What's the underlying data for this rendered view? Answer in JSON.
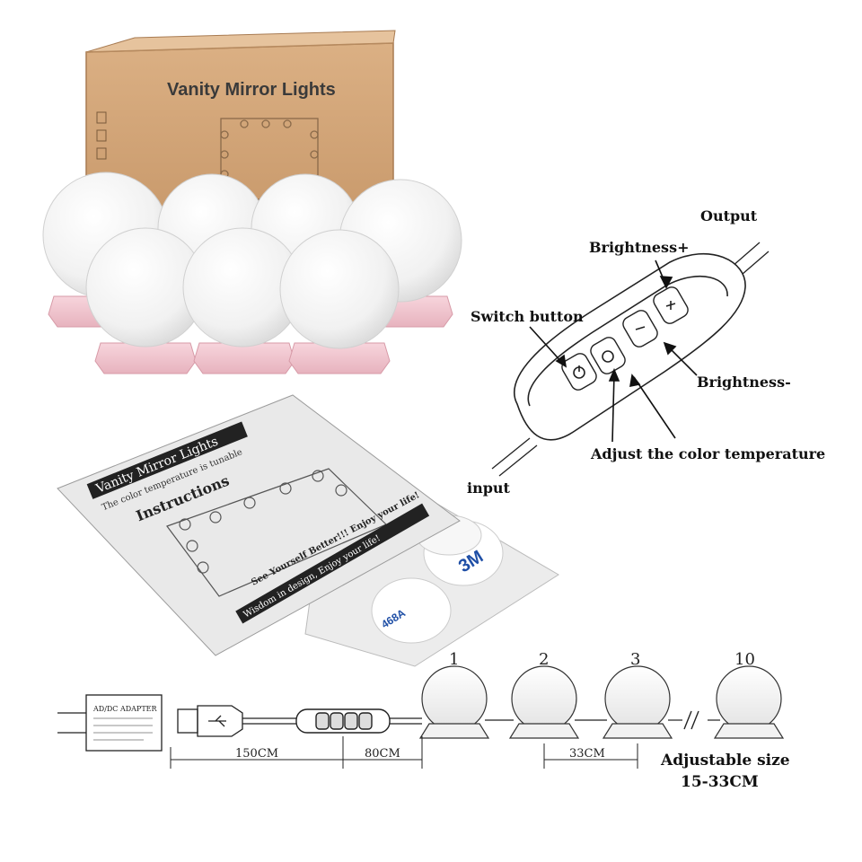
{
  "box": {
    "title": "Vanity Mirror Lights"
  },
  "manual": {
    "header": "Vanity Mirror Lights",
    "subheader": "The color temperature is tunable",
    "title": "Instructions",
    "slogan": "See Yourself Better!!! Enjoy your life!",
    "footer": "Wisdom in design, Enjoy your life!"
  },
  "stickers": {
    "brand": "3M",
    "code": "468A"
  },
  "controller_diagram": {
    "output": "Output",
    "brightness_plus": "Brightness+",
    "switch_button": "Switch button",
    "brightness_minus": "Brightness-",
    "color_temperature": "Adjust the color temperature",
    "input": "input"
  },
  "strip_diagram": {
    "adapter_label": "AD/DC ADAPTER",
    "bulb_numbers": [
      "1",
      "2",
      "3",
      "10"
    ],
    "dim_150": "150CM",
    "dim_80": "80CM",
    "dim_33": "33CM",
    "adjustable_line1": "Adjustable size",
    "adjustable_line2": "15-33CM"
  },
  "colors": {
    "box": "#d5a87a",
    "base": "#f2c6cf",
    "bulb": "#f4f4f4"
  }
}
